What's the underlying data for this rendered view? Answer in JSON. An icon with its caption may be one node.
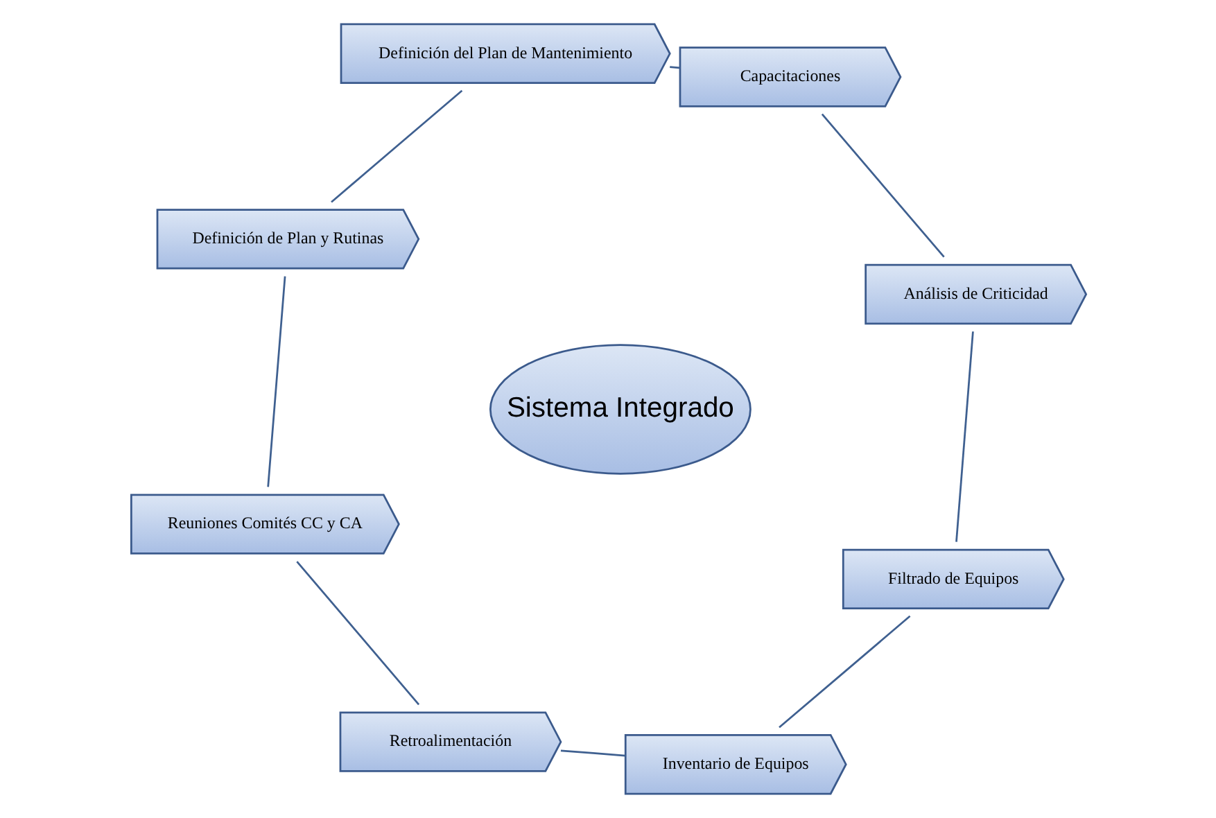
{
  "diagram": {
    "nodes": [
      {
        "text": [
          "Inventario de Equipos"
        ]
      },
      {
        "text": [
          "Filtrado de Equipos"
        ]
      },
      {
        "text": [
          "Análisis de Criticidad"
        ]
      },
      {
        "text": [
          "Capacitaciones"
        ]
      },
      {
        "text": [
          "Definición del Plan de Mantenimiento"
        ]
      },
      {
        "text": [
          "Definición de Plan y Rutinas"
        ]
      },
      {
        "text": [
          "Reuniones Comités CC y CA"
        ]
      },
      {
        "text": [
          "Retroalimentación"
        ]
      },
      {
        "text": [
          "Sistema Integrado"
        ]
      }
    ],
    "edges": [
      {
        "from": 0,
        "to": 1,
        "arrow": "none"
      },
      {
        "from": 1,
        "to": 2,
        "arrow": "none"
      },
      {
        "from": 2,
        "to": 3,
        "arrow": "none"
      },
      {
        "from": 3,
        "to": 4,
        "arrow": "none"
      },
      {
        "from": 4,
        "to": 5,
        "arrow": "none"
      },
      {
        "from": 5,
        "to": 6,
        "arrow": "none"
      },
      {
        "from": 6,
        "to": 7,
        "arrow": "none"
      },
      {
        "from": 7,
        "to": 0,
        "arrow": "none"
      }
    ]
  }
}
